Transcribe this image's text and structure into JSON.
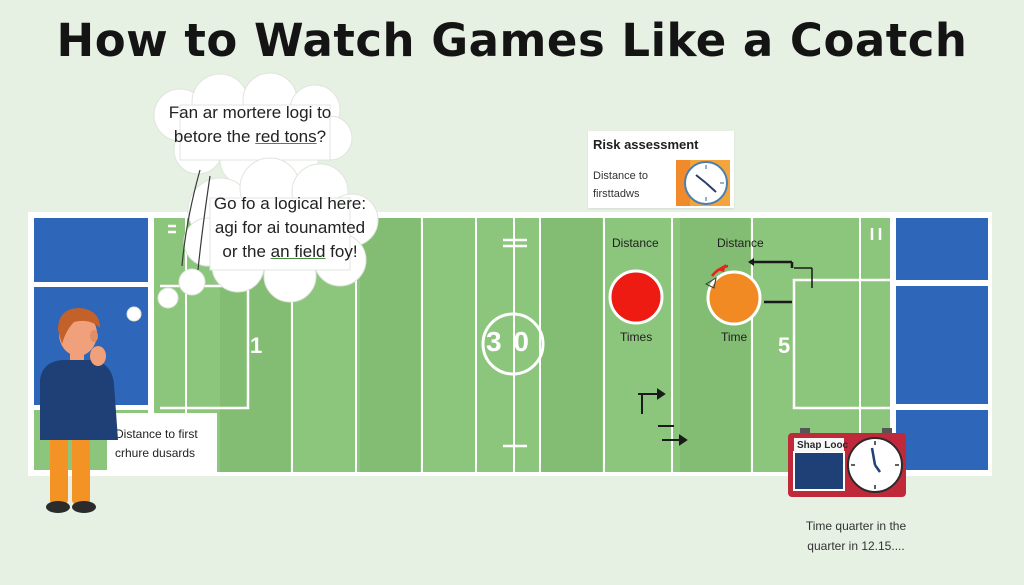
{
  "title": "How to Watch Games Like a Coatch",
  "bubble_top": {
    "line1": "Fan ar mortere logi to",
    "line2_pre": "betore the ",
    "line2_link": "red tons",
    "line2_post": "?"
  },
  "bubble_mid": {
    "line1": "Go fo a logical here:",
    "line2": "agi for ai tounamted",
    "line3_pre": "or the ",
    "line3_link": "an field",
    "line3_post": " foy!"
  },
  "risk_card": {
    "title": "Risk assessment",
    "subtitle_line1": "Distance to",
    "subtitle_line2": "firsttadws"
  },
  "field": {
    "yard_left": "1",
    "yard_center": "3 0",
    "yard_right": "5",
    "label_distance_1": "Distance",
    "label_distance_2": "Distance",
    "label_times": "Times",
    "label_time": "Time"
  },
  "info_card": {
    "line1": "Distance to first",
    "line2": "crhure dusards"
  },
  "clock_device": {
    "label": "Shap Looc"
  },
  "bottom_note": {
    "line1": "Time quarter in the",
    "line2": "quarter in 12.15...."
  },
  "colors": {
    "field_green": "#8cc57c",
    "stripe_white": "#ffffff",
    "endzone_blue": "#2e67b9",
    "marker_red": "#ee1b12",
    "marker_orange": "#f28a24",
    "device_red": "#c0293a",
    "background": "#e6f0e3"
  },
  "icons": [
    "thought-cloud",
    "stopwatch-icon",
    "clock-icon",
    "arrow-icon",
    "person-illustration"
  ]
}
